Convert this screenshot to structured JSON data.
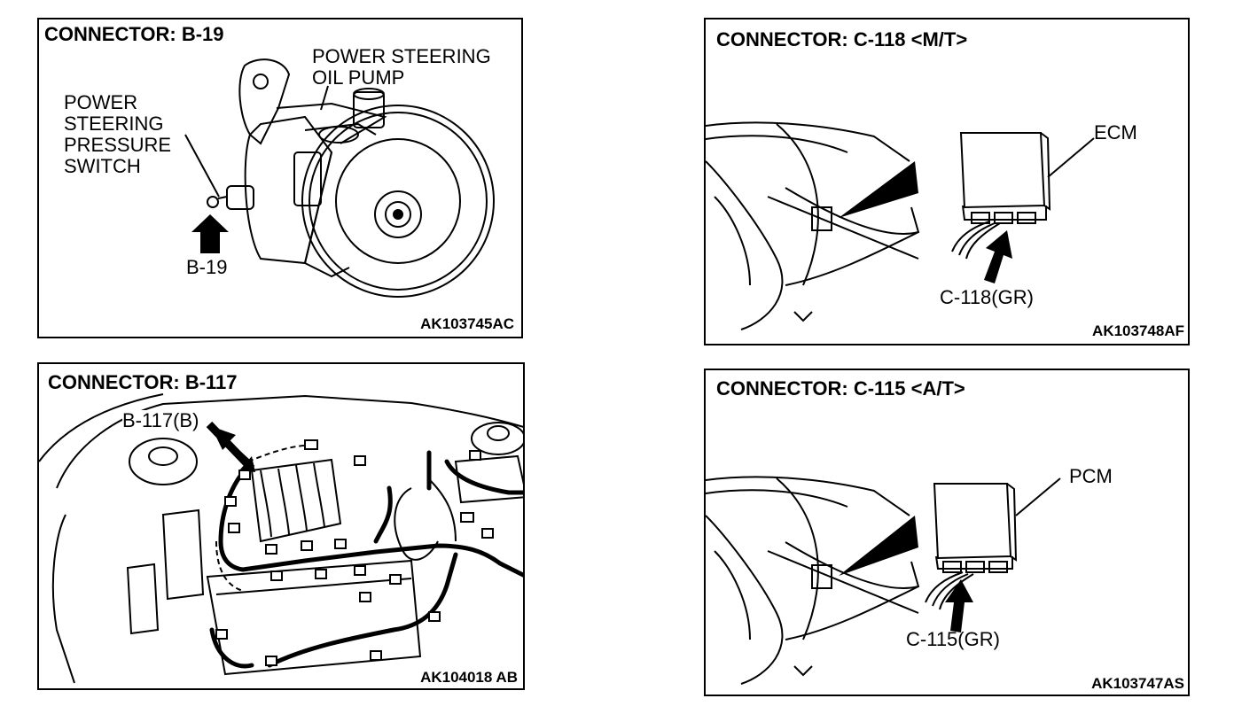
{
  "panels": [
    {
      "title": "CONNECTOR: B-19",
      "code": "AK103745AC",
      "labels": {
        "pump_line1": "POWER STEERING",
        "pump_line2": "OIL PUMP",
        "switch_line1": "POWER",
        "switch_line2": "STEERING",
        "switch_line3": "PRESSURE",
        "switch_line4": "SWITCH",
        "connector": "B-19"
      }
    },
    {
      "title": "CONNECTOR: C-118 <M/T>",
      "code": "AK103748AF",
      "labels": {
        "module": "ECM",
        "connector": "C-118(GR)"
      }
    },
    {
      "title": "CONNECTOR: B-117",
      "code": "AK104018 AB",
      "labels": {
        "connector": "B-117(B)"
      }
    },
    {
      "title": "CONNECTOR: C-115 <A/T>",
      "code": "AK103747AS",
      "labels": {
        "module": "PCM",
        "connector": "C-115(GR)"
      }
    }
  ]
}
